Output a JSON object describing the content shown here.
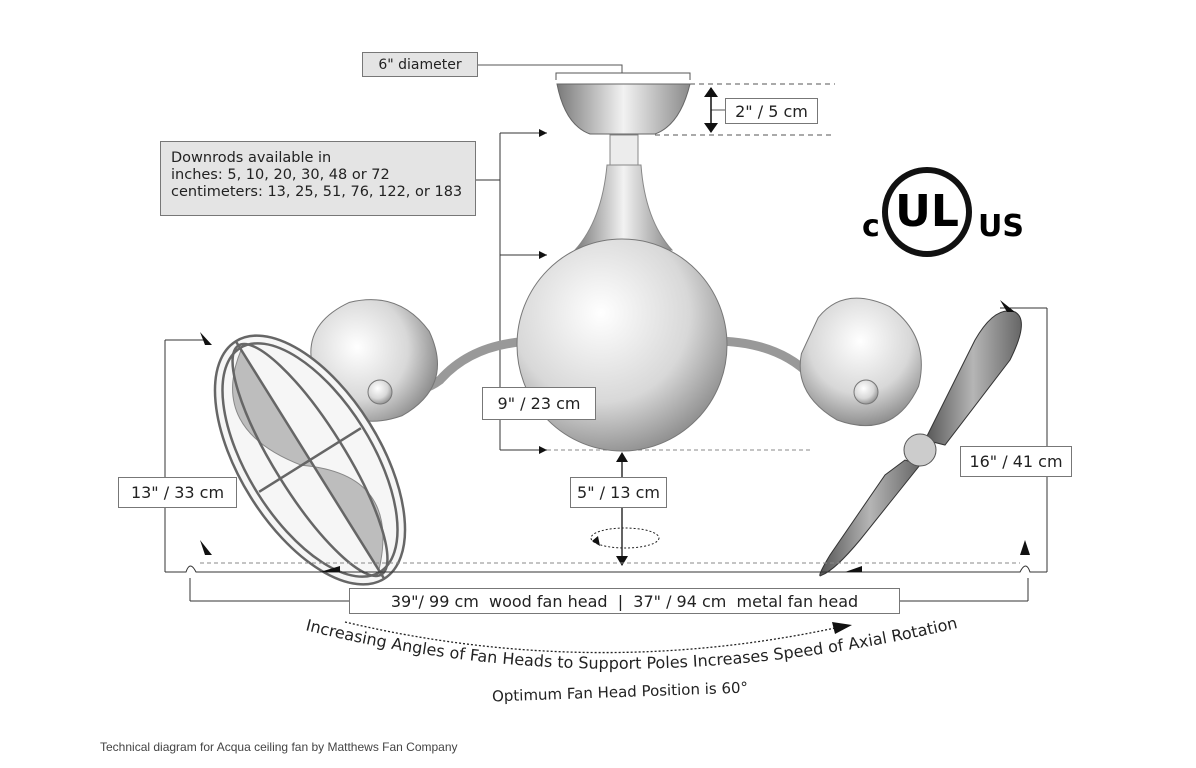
{
  "labels": {
    "canopy_diameter": "6\" diameter",
    "canopy_height": "2\" / 5 cm",
    "downrods_title": "Downrods available in",
    "downrods_inches": "inches: 5, 10, 20, 30, 48 or 72",
    "downrods_cm": "centimeters: 13, 25, 51, 76, 122, or 183",
    "motor_height": "9\" / 23 cm",
    "clearance": "5\" / 13 cm",
    "left_head_height": "13\" / 33 cm",
    "right_head_height": "16\" / 41 cm",
    "span": "39\"/ 99 cm  wood fan head  |  37\" / 94 cm  metal fan head"
  },
  "annotations": {
    "rotation_note": "Increasing Angles of Fan Heads to Support Poles Increases Speed of Axial Rotation",
    "optimum_note": "Optimum Fan Head Position is 60°"
  },
  "certification": {
    "prefix": "c",
    "mark": "UL",
    "suffix": "US"
  },
  "caption": "Technical diagram for Acqua ceiling fan by Matthews Fan Company"
}
